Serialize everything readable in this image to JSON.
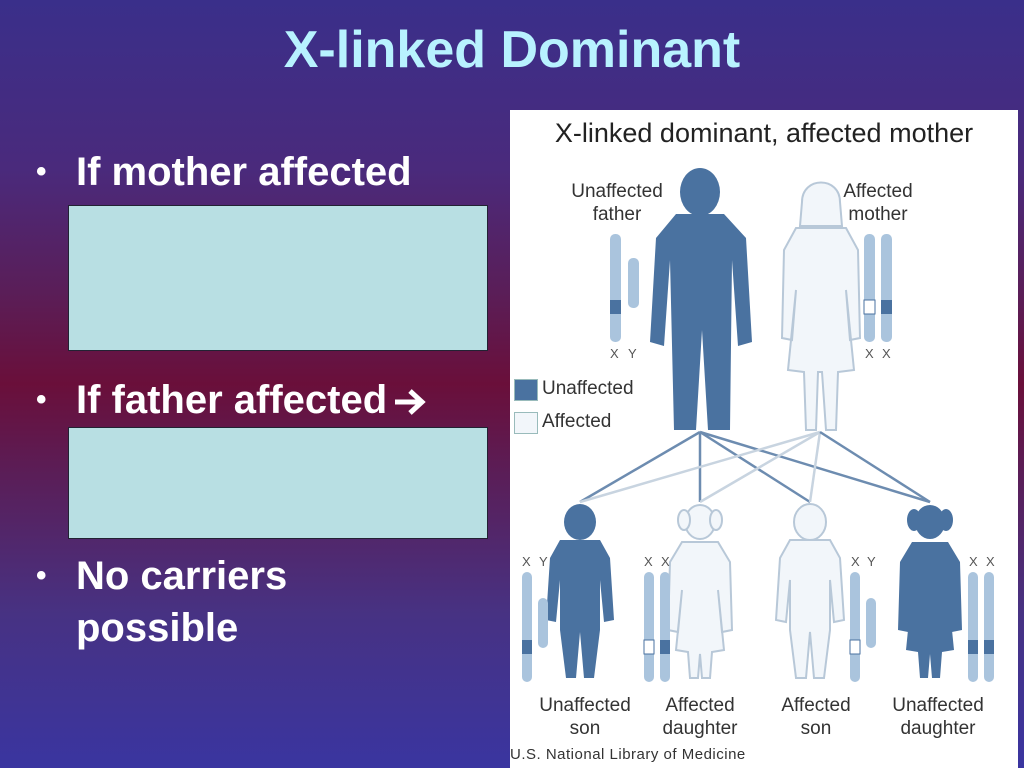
{
  "slide": {
    "title": "X-linked Dominant",
    "bullets": [
      {
        "text": "If mother affected",
        "arrow": false
      },
      {
        "text": "If father affected",
        "arrow": true
      },
      {
        "text": "No carriers",
        "text2": "possible",
        "arrow": false
      }
    ]
  },
  "figure": {
    "title": "X-linked dominant, affected mother",
    "father_label_1": "Unaffected",
    "father_label_2": "father",
    "mother_label_1": "Affected",
    "mother_label_2": "mother",
    "chrom_x": "X",
    "chrom_y": "Y",
    "legend": [
      {
        "label": "Unaffected",
        "color": "#4a72a0"
      },
      {
        "label": "Affected",
        "color": "#f2f6fa"
      }
    ],
    "children": [
      {
        "line1": "Unaffected",
        "line2": "son",
        "chrom_left": "X",
        "chrom_right": "Y"
      },
      {
        "line1": "Affected",
        "line2": "daughter",
        "chrom_left": "X",
        "chrom_right": "X"
      },
      {
        "line1": "Affected",
        "line2": "son",
        "chrom_left": "X",
        "chrom_right": "Y"
      },
      {
        "line1": "Unaffected",
        "line2": "daughter",
        "chrom_left": "X",
        "chrom_right": "X"
      }
    ],
    "credit": "U.S. National Library of Medicine"
  },
  "colors": {
    "title": "#b8f2ff",
    "cover_box": "#b8dfe3",
    "unaffected_fill": "#4a72a0",
    "affected_fill": "#f2f6fa",
    "chromosome": "#aac4dd"
  }
}
